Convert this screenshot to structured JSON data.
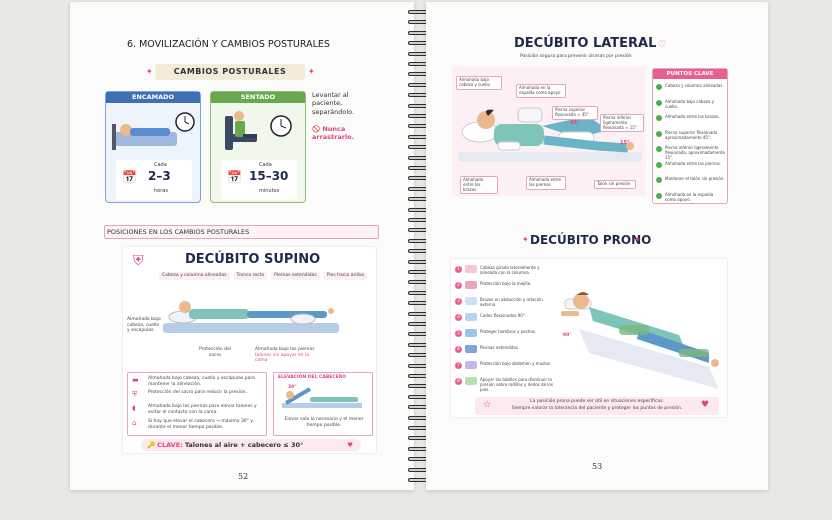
{
  "left_page": {
    "section_title": "6. MOVILIZACIÓN Y CAMBIOS POSTURALES",
    "cambios_banner": "CAMBIOS POSTURALES",
    "encamado": {
      "label": "ENCAMADO",
      "cada": "Cada",
      "value": "2–3",
      "unit": "horas"
    },
    "sentado": {
      "label": "SENTADO",
      "cada": "Cada",
      "value": "15–30",
      "unit": "minutos"
    },
    "note_main": "Levantar al paciente, separándolo.",
    "note_warn": "Nunca arrastrarlo.",
    "posiciones_title": "POSICIONES EN LOS CAMBIOS POSTURALES",
    "supino_title": "DECÚBITO SUPINO",
    "supino_tags": [
      "Cabeza y columna alineadas",
      "Tronco recto",
      "Piernas extendidas",
      "Pies hacia arriba"
    ],
    "labels": {
      "almohada_cabeza": "Almohada bajo cabeza, cuello y escápulas",
      "proteccion_sacro": "Protección del sacro",
      "almohada_piernas": "Almohada bajo las piernas",
      "talones": "talones sin apoyar en la cama"
    },
    "list_items": [
      "Almohada bajo cabeza, cuello y escápulas para mantener la alineación.",
      "Protección del sacro para reducir la presión.",
      "Almohada bajo las piernas para elevar talones y evitar el contacto con la cama.",
      "Si hay que elevar el cabecero → máximo 30° y durante el menor tiempo posible."
    ],
    "elevacion_title": "ELEVACIÓN DEL CABECERO",
    "elevacion_text": "Elevar solo lo necesario y el menor tiempo posible.",
    "angle_label": "30°",
    "clave_label": "CLAVE:",
    "clave_text": "Talones al aire + cabecero ≤ 30°",
    "page_number": "52"
  },
  "right_page": {
    "lateral_title": "DECÚBITO LATERAL",
    "lateral_subtitle": "Posición segura para prevenir úlceras por presión",
    "lateral_labels": {
      "almohada_cabeza": "Almohada bajo cabeza y cuello",
      "almohada_espalda": "Almohada en la espalda como apoyo",
      "pierna_superior": "Pierna superior flexionada ≈ 45°",
      "pierna_inferior": "Pierna inferior ligeramente flexionada ≈ 15°",
      "angle45": "45°",
      "angle15": "15°",
      "brazos": "Almohada entre los brazos",
      "piernas": "Almohada entre las piernas",
      "talon": "Talón sin presión"
    },
    "puntos_title": "PUNTOS CLAVE",
    "puntos": [
      "Cabeza y columna alineadas.",
      "Almohada bajo cabeza y cuello.",
      "Almohada entre los brazos.",
      "Pierna superior flexionada aproximadamente 45°.",
      "Pierna inferior ligeramente flexionada, aproximadamente 15°.",
      "Almohada entre las piernas.",
      "Mantener el talón sin presión.",
      "Almohada en la espalda como apoyo."
    ],
    "prono_title": "DECÚBITO PRONO",
    "prono_items": [
      {
        "n": "1",
        "text": "Cabeza girada lateralmente y alineada con la columna."
      },
      {
        "n": "2",
        "text": "Protección bajo la mejilla."
      },
      {
        "n": "3",
        "text": "Brazos en abducción y rotación externa."
      },
      {
        "n": "4",
        "text": "Codos flexionados 90°."
      },
      {
        "n": "5",
        "text": "Proteger hombros y pechos."
      },
      {
        "n": "6",
        "text": "Piernas extendidas."
      },
      {
        "n": "7",
        "text": "Protección bajo abdomen y muslos."
      },
      {
        "n": "8",
        "text": "Apoyar los tobillos para disminuir la presión sobre rodillas y dedos de los pies."
      }
    ],
    "prono_angle": "90°",
    "prono_footer_1": "La posición prona puede ser útil en situaciones específicas.",
    "prono_footer_2": "Siempre valorar la tolerancia del paciente y proteger los puntos de presión.",
    "page_number": "53"
  },
  "colors": {
    "pink": "#e0457b",
    "blue": "#3f6fb5",
    "green": "#6aa84f",
    "navy": "#1f2a4d"
  }
}
